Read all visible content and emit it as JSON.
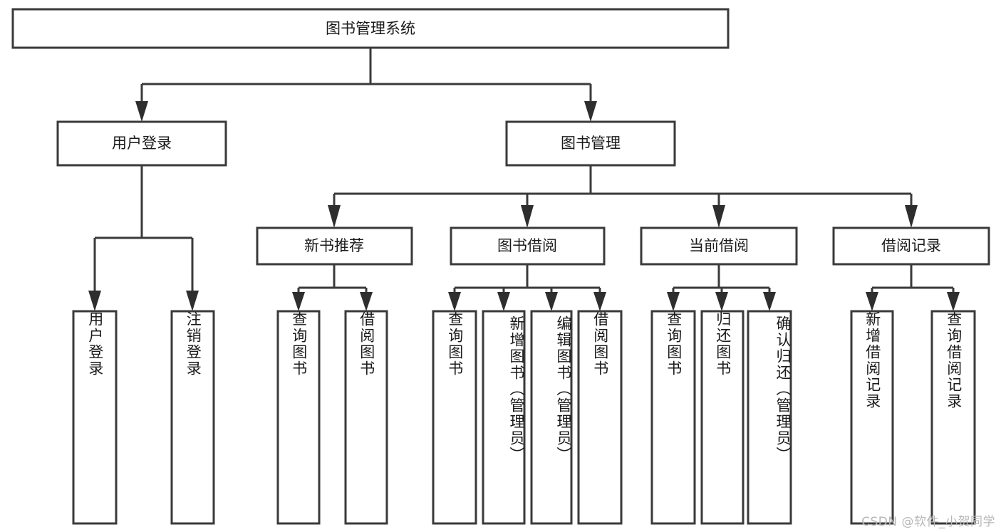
{
  "diagram": {
    "type": "tree",
    "title": "图书管理系统",
    "orientation": "top-down",
    "background_color": "#ffffff",
    "box_stroke_color": "#3a3a3a",
    "box_fill_color": "#ffffff",
    "text_color": "#1a1a1a",
    "root": {
      "id": "root",
      "label": "图书管理系统",
      "level": 1,
      "text_direction": "horizontal"
    },
    "level2": [
      {
        "id": "user-login",
        "label": "用户登录",
        "level": 2,
        "text_direction": "horizontal"
      },
      {
        "id": "book-manage",
        "label": "图书管理",
        "level": 2,
        "text_direction": "horizontal"
      }
    ],
    "level3": [
      {
        "id": "new-book-rec",
        "label": "新书推荐",
        "level": 3,
        "parent": "book-manage",
        "text_direction": "horizontal"
      },
      {
        "id": "book-borrow",
        "label": "图书借阅",
        "level": 3,
        "parent": "book-manage",
        "text_direction": "horizontal"
      },
      {
        "id": "current-borrow",
        "label": "当前借阅",
        "level": 3,
        "parent": "book-manage",
        "text_direction": "horizontal"
      },
      {
        "id": "borrow-record",
        "label": "借阅记录",
        "level": 3,
        "parent": "book-manage",
        "text_direction": "horizontal"
      }
    ],
    "leaves": [
      {
        "id": "leaf-user-login",
        "label": "用户登录",
        "parent": "user-login",
        "text_direction": "vertical"
      },
      {
        "id": "leaf-logout",
        "label": "注销登录",
        "parent": "user-login",
        "text_direction": "vertical"
      },
      {
        "id": "leaf-rec-query",
        "label": "查询图书",
        "parent": "new-book-rec",
        "text_direction": "vertical"
      },
      {
        "id": "leaf-rec-borrow",
        "label": "借阅图书",
        "parent": "new-book-rec",
        "text_direction": "vertical"
      },
      {
        "id": "leaf-borrow-query",
        "label": "查询图书",
        "parent": "book-borrow",
        "text_direction": "vertical"
      },
      {
        "id": "leaf-borrow-add",
        "label": "新增图书（管理员）",
        "parent": "book-borrow",
        "text_direction": "vertical"
      },
      {
        "id": "leaf-borrow-edit",
        "label": "编辑图书（管理员）",
        "parent": "book-borrow",
        "text_direction": "vertical"
      },
      {
        "id": "leaf-borrow-lend",
        "label": "借阅图书",
        "parent": "book-borrow",
        "text_direction": "vertical"
      },
      {
        "id": "leaf-cur-query",
        "label": "查询图书",
        "parent": "current-borrow",
        "text_direction": "vertical"
      },
      {
        "id": "leaf-cur-return",
        "label": "归还图书",
        "parent": "current-borrow",
        "text_direction": "vertical"
      },
      {
        "id": "leaf-cur-confirm",
        "label": "确认归还（管理员）",
        "parent": "current-borrow",
        "text_direction": "vertical"
      },
      {
        "id": "leaf-rec-add",
        "label": "新增借阅记录",
        "parent": "borrow-record",
        "text_direction": "vertical"
      },
      {
        "id": "leaf-rec-search",
        "label": "查询借阅记录",
        "parent": "borrow-record",
        "text_direction": "vertical"
      }
    ]
  },
  "watermark": {
    "text": "CSDN @软件_小贺同学",
    "color": "#b7b7b7"
  }
}
